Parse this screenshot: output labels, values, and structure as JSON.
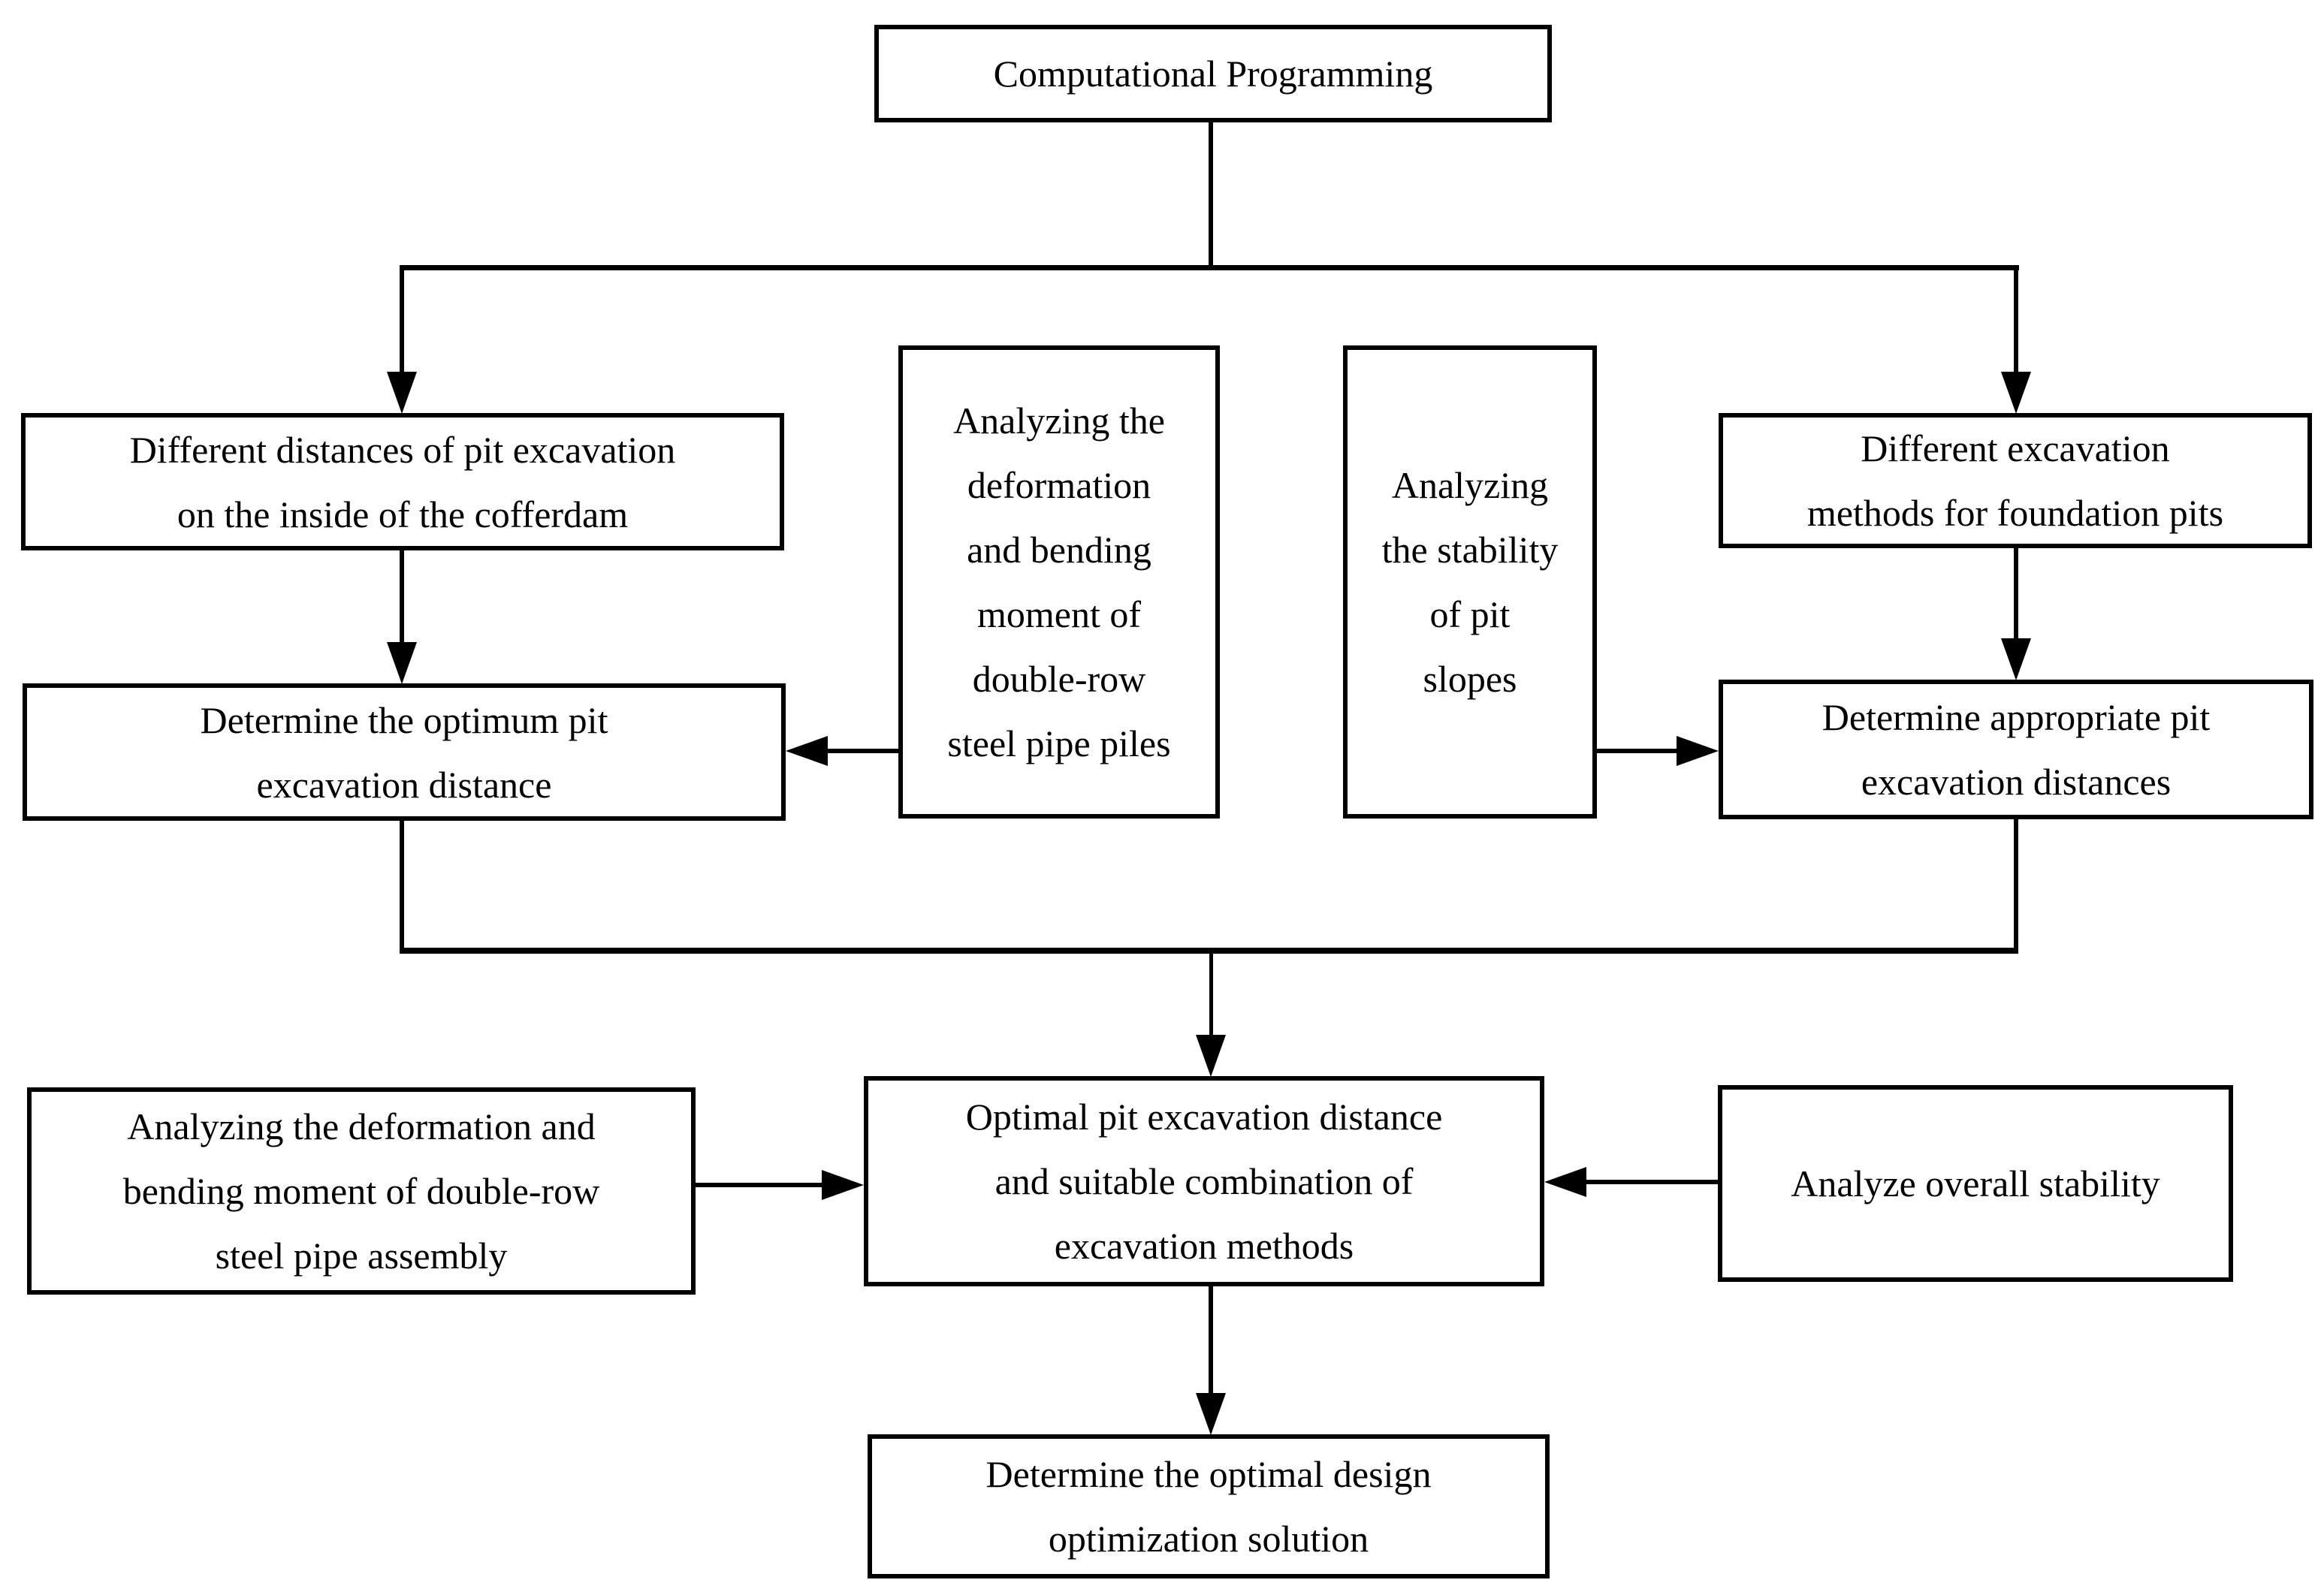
{
  "figure": {
    "type": "flowchart",
    "background_color": "#ffffff",
    "line_color": "#000000",
    "text_color": "#000000",
    "nodes": {
      "computational_programming": {
        "label": "Computational Programming"
      },
      "different_distances": {
        "label": "Different distances of pit excavation\non the inside of the cofferdam"
      },
      "analyzing_piles": {
        "label": "Analyzing the\ndeformation\nand bending\nmoment of\ndouble-row\nsteel pipe piles"
      },
      "analyzing_slopes": {
        "label": "Analyzing\nthe stability\nof pit\nslopes"
      },
      "different_methods": {
        "label": "Different excavation\nmethods for foundation pits"
      },
      "determine_optimum": {
        "label": "Determine the optimum pit\nexcavation distance"
      },
      "determine_appropriate": {
        "label": "Determine appropriate pit\nexcavation distances"
      },
      "analyzing_assembly": {
        "label": "Analyzing the deformation and\nbending moment of double-row\nsteel pipe assembly"
      },
      "optimal_combination": {
        "label": "Optimal pit excavation distance\nand suitable combination of\nexcavation methods"
      },
      "analyze_stability": {
        "label": "Analyze overall stability"
      },
      "determine_solution": {
        "label": "Determine the optimal design\noptimization solution"
      }
    },
    "edges": [
      {
        "from": "computational_programming",
        "to": "different_distances",
        "style": "arrow"
      },
      {
        "from": "computational_programming",
        "to": "different_methods",
        "style": "arrow"
      },
      {
        "from": "different_distances",
        "to": "determine_optimum",
        "style": "arrow"
      },
      {
        "from": "analyzing_piles",
        "to": "determine_optimum",
        "style": "arrow"
      },
      {
        "from": "analyzing_slopes",
        "to": "determine_appropriate",
        "style": "arrow"
      },
      {
        "from": "different_methods",
        "to": "determine_appropriate",
        "style": "arrow"
      },
      {
        "from": "determine_optimum",
        "to": "optimal_combination",
        "style": "arrow"
      },
      {
        "from": "determine_appropriate",
        "to": "optimal_combination",
        "style": "arrow"
      },
      {
        "from": "analyzing_assembly",
        "to": "optimal_combination",
        "style": "arrow"
      },
      {
        "from": "analyze_stability",
        "to": "optimal_combination",
        "style": "arrow"
      },
      {
        "from": "optimal_combination",
        "to": "determine_solution",
        "style": "arrow"
      }
    ]
  }
}
